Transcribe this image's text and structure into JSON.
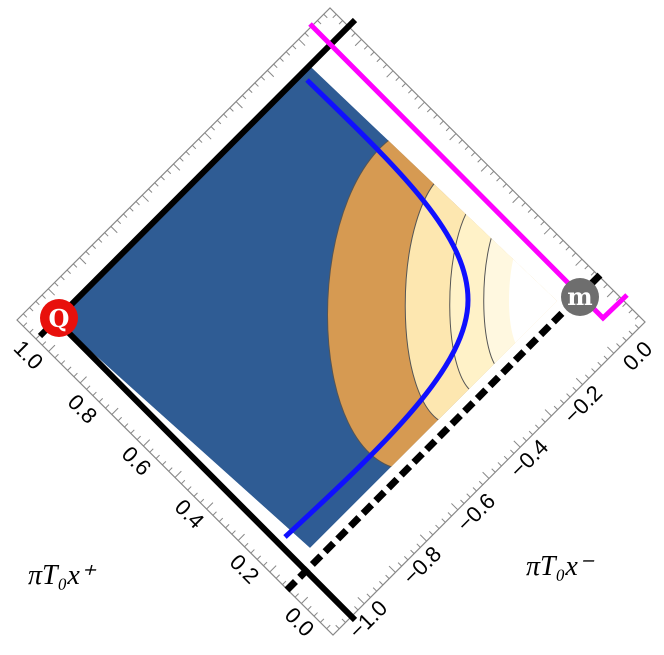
{
  "axes": {
    "x_plus_label": "πT₀x⁺",
    "x_minus_label": "πT₀x⁻",
    "x_plus_ticks": [
      "0.0",
      "0.2",
      "0.4",
      "0.6",
      "0.8",
      "1.0"
    ],
    "x_minus_ticks": [
      "−1.0",
      "−0.8",
      "−0.6",
      "−0.4",
      "−0.2",
      "0.0"
    ]
  },
  "markers": {
    "left": {
      "label": "Q",
      "color": "#e8100c"
    },
    "right": {
      "label": "m",
      "color": "#6e6e6e"
    }
  },
  "colors": {
    "region_dark": "#2f5c94",
    "region_orange": "#d69a52",
    "region_light": "#fde7b0",
    "region_lighter": "#fff2c8",
    "curve": "#1010ff",
    "boundary": "#ff00ff",
    "frame": "#000000"
  }
}
